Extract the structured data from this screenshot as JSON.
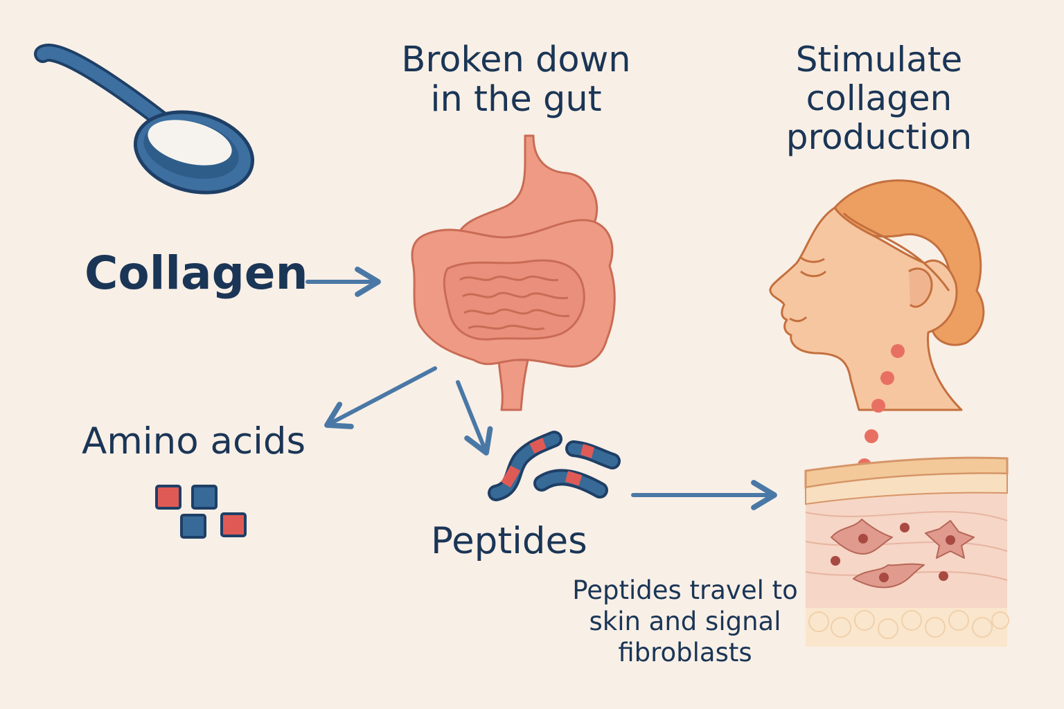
{
  "labels": {
    "collagen": "Collagen",
    "broken_down": "Broken down\nin the gut",
    "stimulate": "Stimulate\ncollagen\nproduction",
    "amino_acids": "Amino acids",
    "peptides": "Peptides",
    "caption": "Peptides travel to\nskin and signal\nfibroblasts"
  },
  "icons": {
    "spoon": "spoon-with-powder-icon",
    "digestive": "stomach-and-intestines-icon",
    "head": "woman-profile-head-icon",
    "skin": "skin-cross-section-icon",
    "amino": "amino-acid-cubes-icon",
    "peptides": "peptide-chains-icon"
  },
  "colors": {
    "background": "#f8efe6",
    "text": "#1a3556",
    "arrow": "#4a78a6",
    "gut": "#ee9a84",
    "gut_outline": "#c96b55",
    "skin_tone": "#f6c6a0",
    "hair": "#ec9f61",
    "red_accent": "#e05a55",
    "blue_accent": "#386a98",
    "spoon": "#3d6fa0"
  }
}
